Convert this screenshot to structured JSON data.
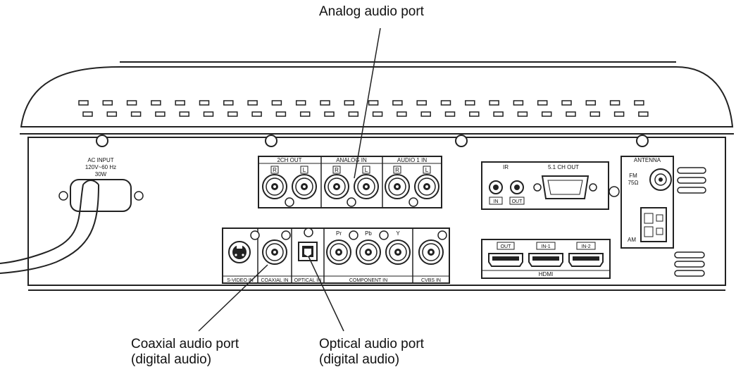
{
  "callouts": {
    "analog": "Analog audio port",
    "coaxial_line1": "Coaxial audio port",
    "coaxial_line2": "(digital audio)",
    "optical_line1": "Optical audio port",
    "optical_line2": "(digital audio)"
  },
  "panel": {
    "ac_input_1": "AC INPUT",
    "ac_input_2": "120V~60 Hz",
    "ac_input_3": "30W",
    "ch2_out": "2CH OUT",
    "analog_in": "ANALOG IN",
    "audio1_in": "AUDIO 1 IN",
    "r": "R",
    "l": "L",
    "ir": "IR",
    "ir_in": "IN",
    "ir_out": "OUT",
    "ch51_out": "5.1 CH OUT",
    "antenna": "ANTENNA",
    "fm": "FM",
    "fm_ohm": "75Ω",
    "am": "AM",
    "svideo_in": "S-VIDEO IN",
    "coaxial_in": "COAXIAL IN",
    "optical_in": "OPTICAL IN",
    "pr": "Pr",
    "pb": "Pb",
    "y": "Y",
    "component_in": "COMPONENT IN",
    "cvbs_in": "CVBS IN",
    "hdmi_out": "OUT",
    "hdmi_in1": "IN-1",
    "hdmi_in2": "IN-2",
    "hdmi": "HDMI"
  }
}
